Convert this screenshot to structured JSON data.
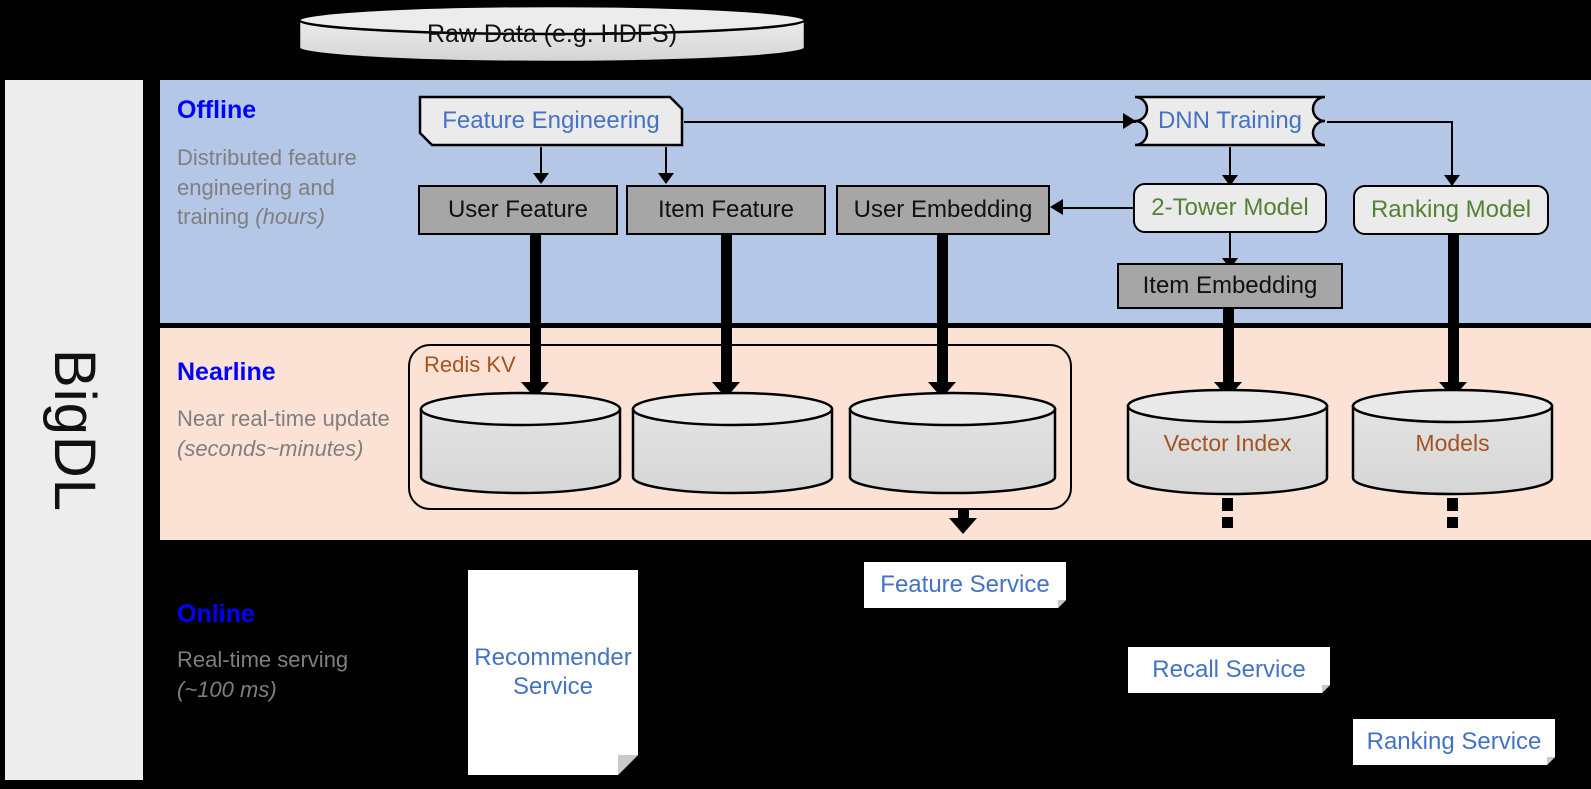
{
  "sidebar": {
    "label": "BigDL"
  },
  "source": {
    "raw_data": "Raw Data (e.g. HDFS)"
  },
  "bands": {
    "offline": {
      "title": "Offline",
      "desc_line1": "Distributed feature engineering and training ",
      "desc_em": "(hours)"
    },
    "nearline": {
      "title": "Nearline",
      "desc_line1": "Near real-time update ",
      "desc_em": "(seconds~minutes)"
    },
    "online": {
      "title": "Online",
      "desc_line1": "Real-time serving ",
      "desc_em": "(~100 ms)"
    }
  },
  "offline": {
    "feature_engineering": "Feature Engineering",
    "dnn_training": "DNN Training",
    "user_feature": "User Feature",
    "item_feature": "Item Feature",
    "user_embedding": "User Embedding",
    "two_tower_model": "2-Tower Model",
    "ranking_model": "Ranking Model",
    "item_embedding": "Item Embedding"
  },
  "nearline": {
    "redis_kv": "Redis KV",
    "store_user_feature": "",
    "store_item_feature": "",
    "store_user_embedding": "",
    "vector_index": "Vector Index",
    "models": "Models"
  },
  "online": {
    "recommender_service": "Recommender Service",
    "feature_service": "Feature Service",
    "recall_service": "Recall Service",
    "ranking_service": "Ranking Service"
  },
  "colors": {
    "offline_band": "#b4c7e7",
    "nearline_band": "#fbe2d5",
    "online_band": "#000000",
    "sidebar": "#ededed",
    "title_blue": "#0000ff",
    "desc_gray": "#7f7f7f",
    "box_gray": "#a6a6a6",
    "box_light": "#ebebeb",
    "text_blue": "#4472c4",
    "text_green": "#548235",
    "text_brown": "#a6521f"
  }
}
